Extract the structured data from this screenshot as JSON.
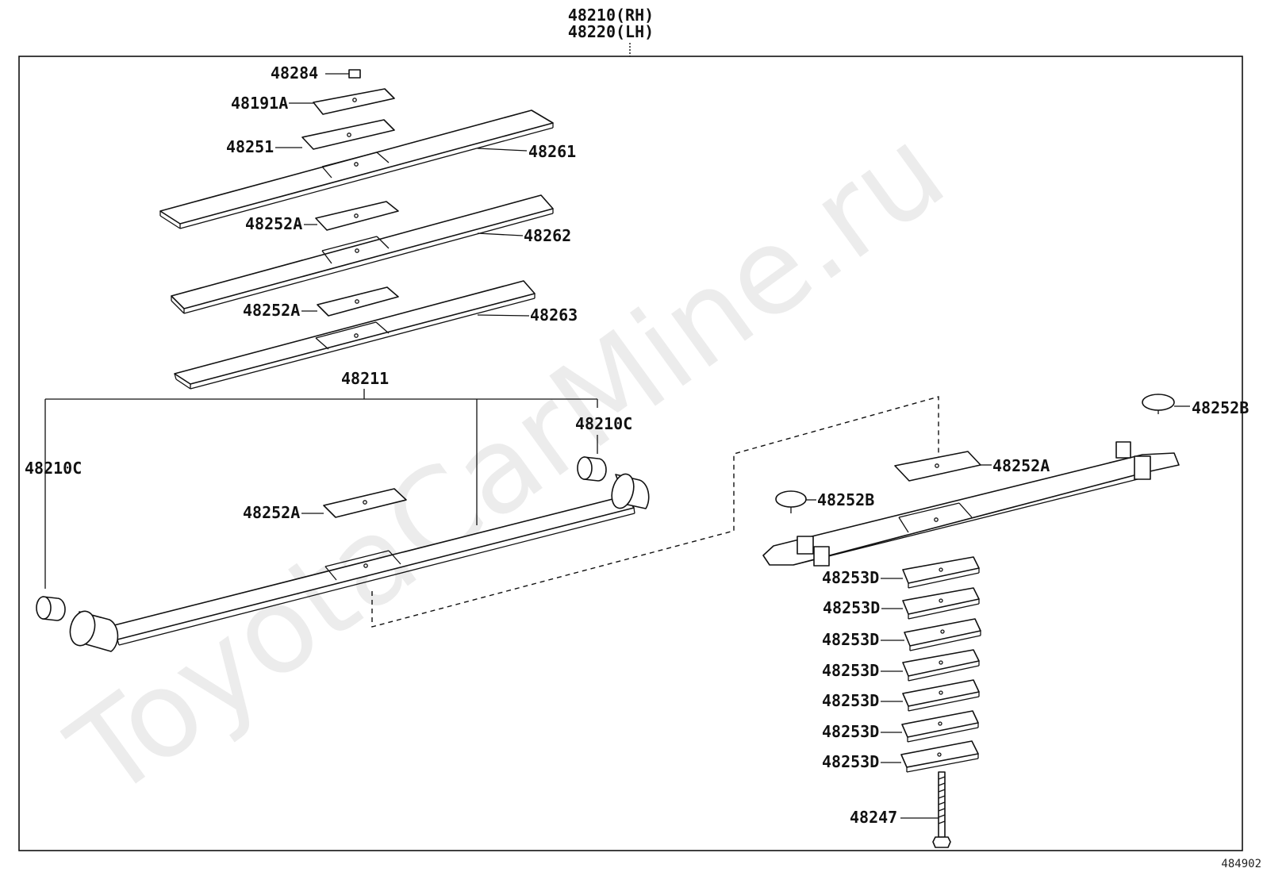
{
  "watermark": "ToyotaCarMine.ru",
  "assembly": {
    "rh": "48210(RH)",
    "lh": "48220(LH)"
  },
  "diagram_id": "484902",
  "labels": {
    "p48284": "48284",
    "p48191a": "48191A",
    "p48251": "48251",
    "p48261": "48261",
    "p48252a_1": "48252A",
    "p48262": "48262",
    "p48252a_2": "48252A",
    "p48263": "48263",
    "p48211": "48211",
    "p48210c_left": "48210C",
    "p48210c_right": "48210C",
    "p48252a_3": "48252A",
    "p48252b_top": "48252B",
    "p48252a_4": "48252A",
    "p48252b_mid": "48252B",
    "p48253d": [
      "48253D",
      "48253D",
      "48253D",
      "48253D",
      "48253D",
      "48253D",
      "48253D"
    ],
    "p48247": "48247"
  }
}
